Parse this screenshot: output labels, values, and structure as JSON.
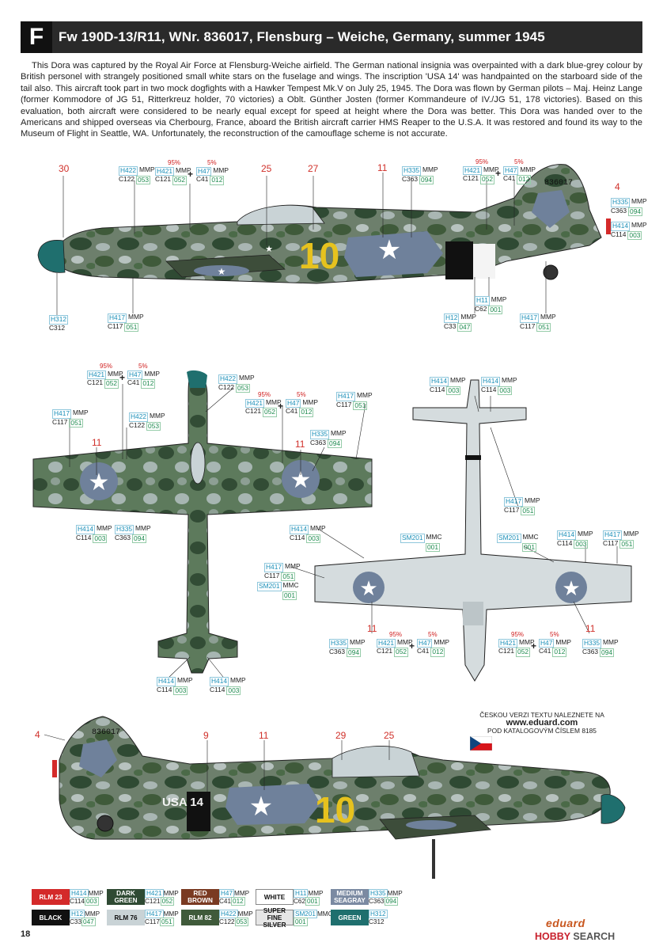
{
  "header": {
    "letter": "F",
    "title": "Fw 190D-13/R11, WNr. 836017, Flensburg – Weiche, Germany, summer 1945"
  },
  "intro": "This Dora was captured by the Royal Air Force at Flensburg-Weiche airfield. The German national insignia was overpainted with a dark blue-grey colour by British personel with strangely positioned small white stars on the fuselage and wings. The inscription 'USA 14' was handpainted on the starboard side of the tail also. This aircraft took part in two mock dogfights with a Hawker Tempest Mk.V on July 25, 1945. The Dora was flown by German pilots – Maj. Heinz Lange (former Kommodore of JG 51, Ritterkreuz holder, 70 victories) a Oblt. Günther Josten (former Kommandeure of IV./JG 51, 178 victories). Based on this evaluation, both aircraft were considered to be nearly equal except for speed at height where the Dora was better. This Dora was handed over to the Americans and shipped overseas via Cherbourg, France, aboard the British aircraft carrier HMS Reaper to the U.S.A. It was restored and found its way to the Museum of Flight in Seattle, WA. Unfortunately, the reconstruction of the camouflage scheme is not accurate.",
  "markings": {
    "fuselage_number": "10",
    "werknummer": "836017",
    "inscription": "USA 14"
  },
  "callouts": {
    "c30": "30",
    "c25a": "25",
    "c27": "27",
    "c11a": "11",
    "c4a": "4",
    "c11b": "11",
    "c11c": "11",
    "c11d": "11",
    "c11e": "11",
    "c4b": "4",
    "c9": "9",
    "c11f": "11",
    "c29": "29",
    "c25b": "25"
  },
  "codes": {
    "mmp": "MMP",
    "mmc": "MMC",
    "pct95": "95%",
    "pct5": "5%",
    "h422": "H422",
    "c122": "C122",
    "n053": "053",
    "h421": "H421",
    "c121": "C121",
    "n052": "052",
    "h47": "H47",
    "c41": "C41",
    "n012": "012",
    "h335": "H335",
    "c363": "C363",
    "n094": "094",
    "h414": "H414",
    "c114": "C114",
    "n003": "003",
    "h312": "H312",
    "c312": "C312",
    "h417": "H417",
    "c117": "C117",
    "n051": "051",
    "h11": "H11",
    "c62": "C62",
    "n001": "001",
    "h12": "H12",
    "c33": "C33",
    "n047": "047",
    "sm201": "SM201"
  },
  "legend": [
    {
      "name": "RLM 23",
      "h": "H414",
      "c": "C114",
      "n": "003",
      "brand": "MMP",
      "color": "#d42a2a",
      "text": "#ffffff"
    },
    {
      "name": "DARK GREEN",
      "h": "H421",
      "c": "C121",
      "n": "052",
      "brand": "MMP",
      "color": "#2f4a33",
      "text": "#ffffff"
    },
    {
      "name": "RED BROWN",
      "h": "H47",
      "c": "C41",
      "n": "012",
      "brand": "MMP",
      "color": "#7a3a22",
      "text": "#ffffff"
    },
    {
      "name": "WHITE",
      "h": "H11",
      "c": "C62",
      "n": "001",
      "brand": "MMP",
      "color": "#ffffff",
      "text": "#111111"
    },
    {
      "name": "MEDIUM SEAGRAY",
      "h": "H335",
      "c": "C363",
      "n": "094",
      "brand": "MMP",
      "color": "#7b8aa2",
      "text": "#ffffff"
    },
    {
      "name": "BLACK",
      "h": "H12",
      "c": "C33",
      "n": "047",
      "brand": "MMP",
      "color": "#111111",
      "text": "#ffffff"
    },
    {
      "name": "RLM 76",
      "h": "H417",
      "c": "C117",
      "n": "051",
      "brand": "MMP",
      "color": "#c9d3d6",
      "text": "#111111"
    },
    {
      "name": "RLM 82",
      "h": "H422",
      "c": "C122",
      "n": "053",
      "brand": "MMP",
      "color": "#3f5a3a",
      "text": "#ffffff"
    },
    {
      "name": "SUPER FINE SILVER",
      "h": "SM201",
      "c": "",
      "n": "001",
      "brand": "MMC",
      "color": "#e6e6e6",
      "text": "#111111"
    },
    {
      "name": "GREEN",
      "h": "H312",
      "c": "C312",
      "n": "",
      "brand": "",
      "color": "#1f6f6e",
      "text": "#ffffff"
    }
  ],
  "czech_note": {
    "line1": "ČESKOU VERZI TEXTU NALEZNETE NA",
    "url": "www.eduard.com",
    "line2": "POD KATALOGOVÝM ČÍSLEM 8185"
  },
  "page_number": "18",
  "brand": "eduard",
  "watermark": {
    "main": "HOBBY",
    "rest": "SEARCH"
  }
}
